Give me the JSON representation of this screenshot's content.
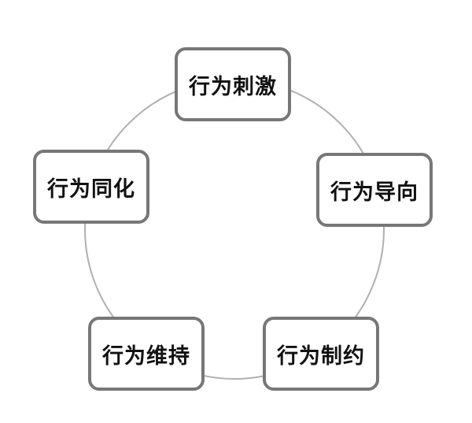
{
  "diagram": {
    "type": "cycle",
    "nodes": [
      {
        "label": "行为刺激"
      },
      {
        "label": "行为导向"
      },
      {
        "label": "行为制约"
      },
      {
        "label": "行为维持"
      },
      {
        "label": "行为同化"
      }
    ],
    "ring_color": "#b0b0b0",
    "box_border_color": "#777777"
  }
}
